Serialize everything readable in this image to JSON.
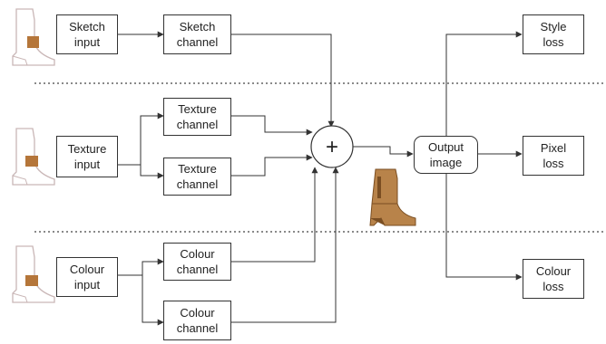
{
  "nodes": {
    "sketch_input": "Sketch\ninput",
    "sketch_channel": "Sketch\nchannel",
    "texture_input": "Texture\ninput",
    "texture_channel_1": "Texture\nchannel",
    "texture_channel_2": "Texture\nchannel",
    "colour_input": "Colour\ninput",
    "colour_channel_1": "Colour\nchannel",
    "colour_channel_2": "Colour\nchannel",
    "sum_symbol": "+",
    "output_image": "Output\nimage",
    "style_loss": "Style\nloss",
    "pixel_loss": "Pixel\nloss",
    "colour_loss": "Colour\nloss"
  },
  "colors": {
    "line": "#333333",
    "separator": "#444444",
    "sketch_stroke": "#c9b6b6",
    "patch": "#b5763a",
    "boot": "#b8834a",
    "boot_dark": "#7a4e22"
  },
  "icons": {
    "input_thumbnail": "boot-sketch-icon",
    "output_thumbnail": "boot-photo-icon"
  }
}
